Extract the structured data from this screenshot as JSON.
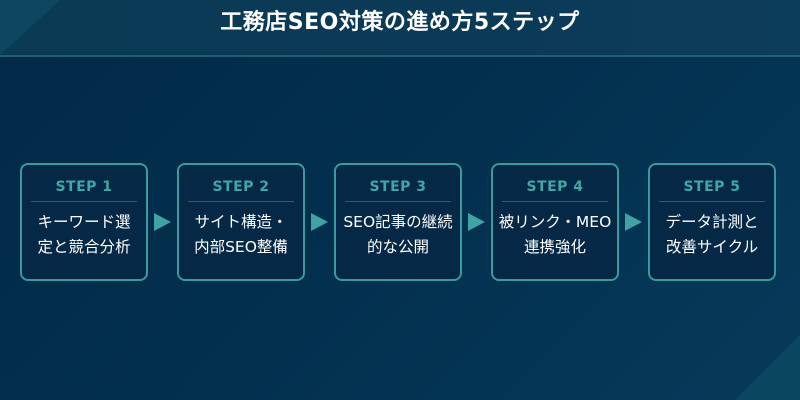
{
  "title": "工務店SEO対策の進め方5ステップ",
  "colors": {
    "background": "#022a47",
    "header": "#0b3a55",
    "accent": "#3fa7a6",
    "box_border": "#3b9a9e",
    "text": "#ffffff"
  },
  "steps": [
    {
      "label": "STEP 1",
      "text": "キーワード選\n定と競合分析"
    },
    {
      "label": "STEP 2",
      "text": "サイト構造・\n内部SEO整備"
    },
    {
      "label": "STEP 3",
      "text": "SEO記事の継続\n的な公開"
    },
    {
      "label": "STEP 4",
      "text": "被リンク・MEO\n連携強化"
    },
    {
      "label": "STEP 5",
      "text": "データ計測と\n改善サイクル"
    }
  ],
  "arrow_icon": "right-triangle-arrow"
}
